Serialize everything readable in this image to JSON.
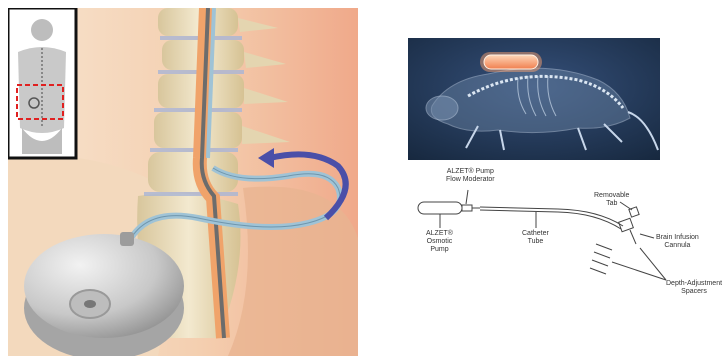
{
  "schematic": {
    "labels": {
      "flow_moderator": [
        "ALZET® Pump",
        "Flow Moderator"
      ],
      "removable_tab": [
        "Removable",
        "Tab"
      ],
      "osmotic_pump": [
        "ALZET®",
        "Osmotic",
        "Pump"
      ],
      "catheter_tube": [
        "Catheter",
        "Tube"
      ],
      "brain_infusion_cannula": [
        "Brain Infusion",
        "Cannula"
      ],
      "depth_adjustment_spacers": [
        "Depth-Adjustment",
        "Spacers"
      ]
    }
  },
  "colors": {
    "skin": "#f2c9a8",
    "vertebra": "#e9dcc0",
    "pump_metal": "#c9c9c9",
    "catheter": "#9fc3d6",
    "arrow": "#4a4fa8",
    "inset_highlight": "#e02020",
    "mouse_bg": "#1f3550",
    "pump_glow": "#f6a070"
  }
}
